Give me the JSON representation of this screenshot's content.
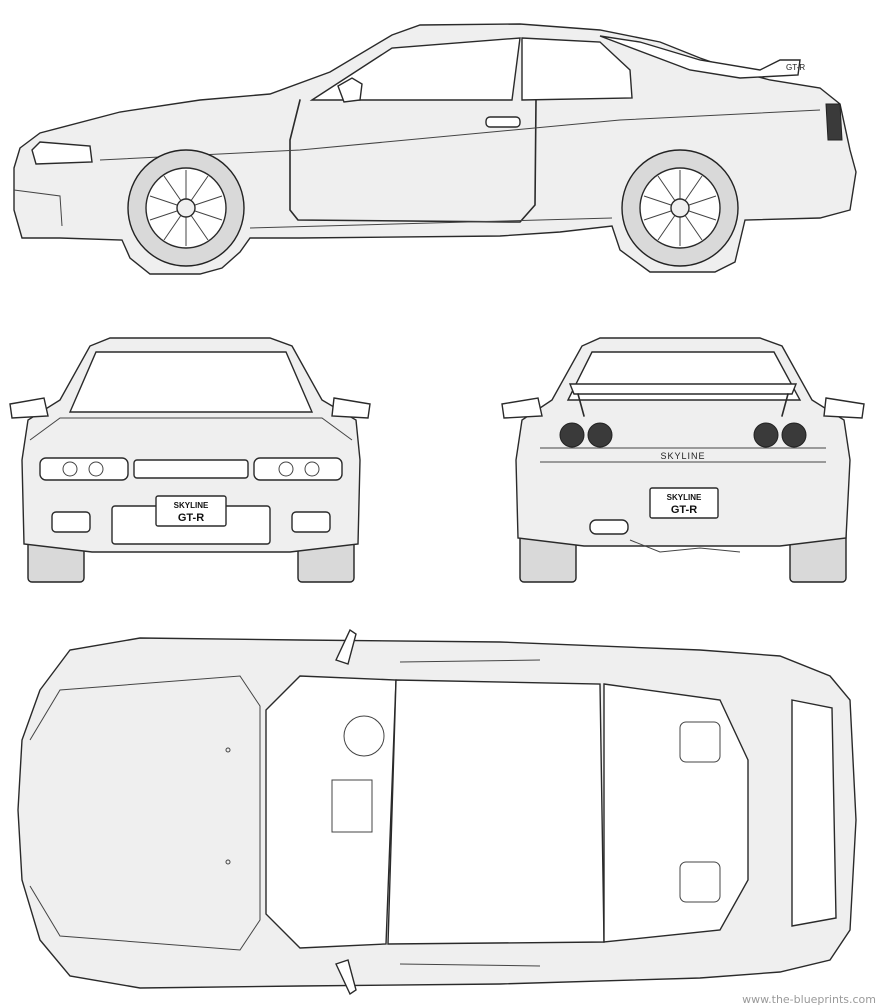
{
  "labels": {
    "side_spoiler_badge": "GT-R",
    "front_plate_line1": "SKYLINE",
    "front_plate_line2": "GT-R",
    "rear_trunk_script": "SKYLINE",
    "rear_plate_line1": "SKYLINE",
    "rear_plate_line2": "GT-R"
  },
  "watermark": "www.the-blueprints.com"
}
